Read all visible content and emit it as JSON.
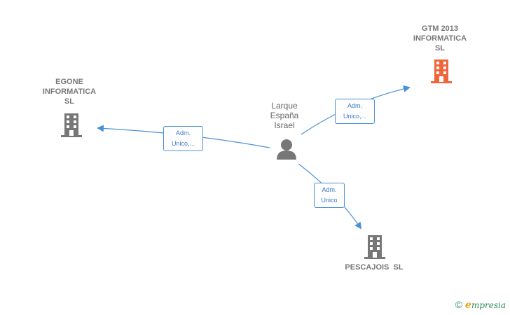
{
  "nodes": {
    "person": {
      "lines": [
        "Larque",
        "España",
        "Israel"
      ],
      "icon": "person-icon"
    },
    "egone": {
      "lines": [
        "EGONE",
        "INFORMATICA",
        "SL"
      ],
      "icon": "building-icon",
      "color": "#777777"
    },
    "gtm": {
      "lines": [
        "GTM 2013",
        "INFORMATICA",
        "SL"
      ],
      "icon": "building-icon",
      "color": "#f0653a"
    },
    "pescajois": {
      "lines": [
        "PESCAJOIS  SL"
      ],
      "icon": "building-icon",
      "color": "#777777"
    }
  },
  "edges": {
    "to_egone": {
      "lines": [
        "Adm.",
        "Unico,..."
      ]
    },
    "to_gtm": {
      "lines": [
        "Adm.",
        "Unico,..."
      ]
    },
    "to_pescajois": {
      "lines": [
        "Adm.",
        "Unico"
      ]
    }
  },
  "colors": {
    "edge": "#4a90d9",
    "node_text": "#777777",
    "highlight": "#f0653a"
  },
  "footer": {
    "copyright_symbol": "©",
    "brand_initial": "e",
    "brand_rest": "mpresia"
  }
}
